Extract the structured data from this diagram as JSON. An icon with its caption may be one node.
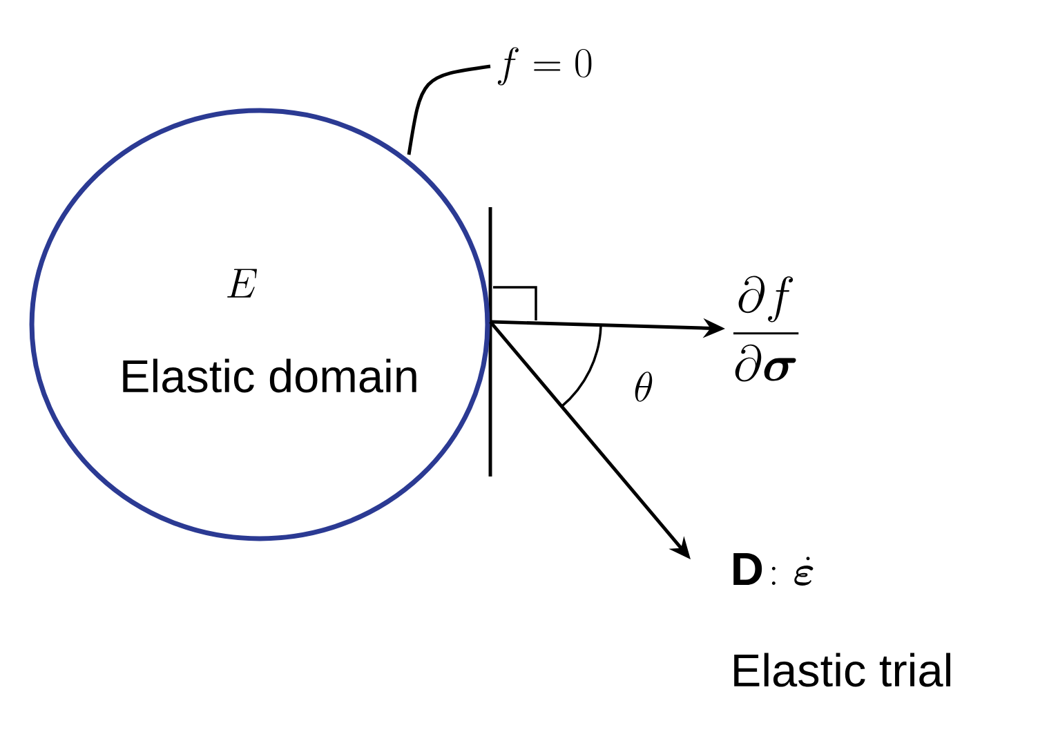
{
  "diagram": {
    "nodes": [
      {
        "text": [
          "E",
          "Elastic domain"
        ]
      },
      {
        "text": [
          "f = 0"
        ]
      },
      {
        "text": [
          "\\frac{\\partial f}{\\partial \\boldsymbol{\\sigma}}"
        ]
      },
      {
        "text": [
          "\\mathbf{D}\\colon \\dot{\\boldsymbol{\\varepsilon}}",
          "Elastic trial"
        ]
      }
    ],
    "edges": [
      {
        "from": 1,
        "to": 0,
        "arrow": "none"
      },
      {
        "from": 0,
        "to": 2,
        "arrow": "to"
      },
      {
        "from": 0,
        "to": 3,
        "arrow": "to"
      }
    ],
    "labels": [
      "\\theta"
    ]
  }
}
